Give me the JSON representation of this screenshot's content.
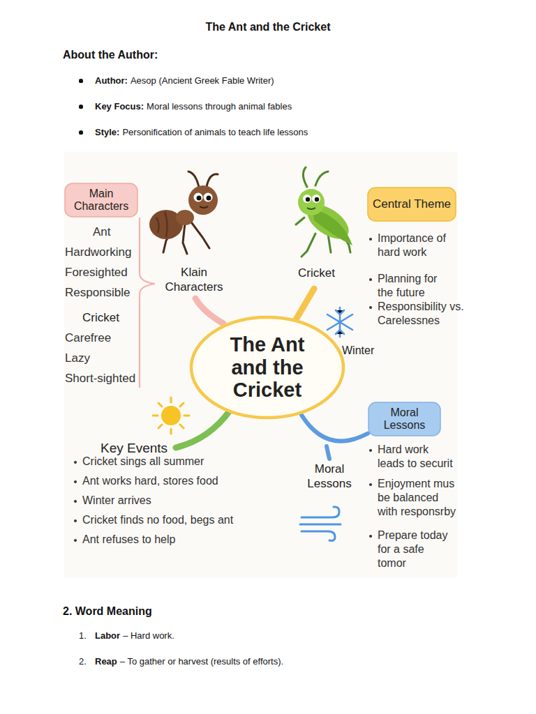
{
  "diagram": {
    "title": "The Ant and the Cricket",
    "nodes": [
      {
        "text": [
          "Main Characters"
        ]
      },
      {
        "text": [
          "Central Theme"
        ]
      },
      {
        "text": [
          "The Ant and the Cricket"
        ]
      },
      {
        "text": [
          "Moral Lessons"
        ]
      }
    ],
    "edges": [
      {
        "from": 2,
        "to": 3,
        "arrow": "none"
      }
    ],
    "labels": [
      "About the Author:",
      "Author:",
      "Aesop (Ancient Greek Fable Writer)",
      "Key Focus:",
      "Moral lessons through animal fables",
      "Style:",
      "Personification of animals to teach life lessons",
      "Ant",
      "Hardworking",
      "Foresighted",
      "Responsible",
      "Cricket",
      "Carefree",
      "Lazy",
      "Short-sighted",
      "Klain Characters",
      "Cricket",
      "Importance of hard work",
      "Planning for the future",
      "Responsibility vs. Carelessnes",
      "Winter",
      "Key Events",
      "Cricket sings all summer",
      "Ant works hard, stores food",
      "Winter arrives",
      "Cricket finds no food, begs ant",
      "Ant refuses to help",
      "Moral Lessons",
      "Hard work leads to securit",
      "Enjoyment mus be balanced with responsrby",
      "Prepare today for a safe tomor",
      "2. Word Meaning",
      "1.",
      "Labor",
      "– Hard work.",
      "2.",
      "Reap",
      "– To gather or harvest (results of efforts)."
    ]
  }
}
